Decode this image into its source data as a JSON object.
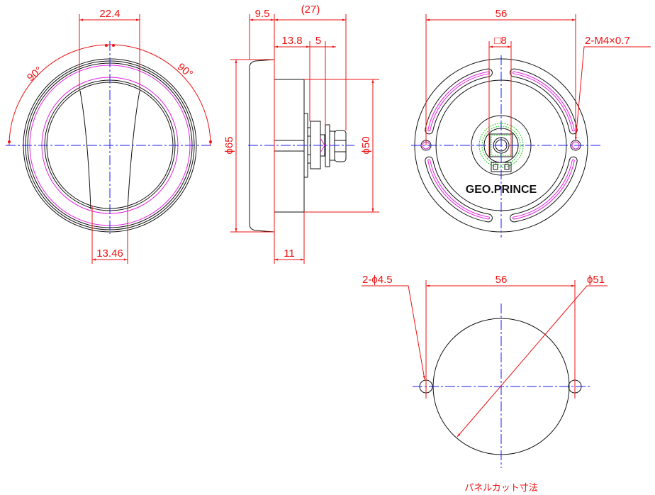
{
  "front_view": {
    "dim_top": "22.4",
    "dim_bottom": "13.46",
    "angle_left": "90°",
    "angle_right": "90°"
  },
  "side_view": {
    "dim_flange": "9.5",
    "dim_total": "(27)",
    "dim_shaft": "13.8",
    "dim_nut": "5",
    "dim_body": "11",
    "dim_outer_dia": "ϕ65",
    "dim_body_dia": "ϕ50"
  },
  "rear_view": {
    "dim_hole_pitch": "56",
    "dim_square": "□8",
    "thread_note": "2-M4×0.7",
    "brand": "GEO.PRINCE"
  },
  "panel_cut": {
    "dim_hole_pitch": "56",
    "dim_hole": "2-ϕ4.5",
    "dim_cut_dia": "ϕ51",
    "caption": "パネルカット寸法"
  },
  "colors": {
    "dimension": "#ee1111",
    "centerline": "#1a1aff",
    "highlight": "#e020e0",
    "green": "#22cc22"
  }
}
